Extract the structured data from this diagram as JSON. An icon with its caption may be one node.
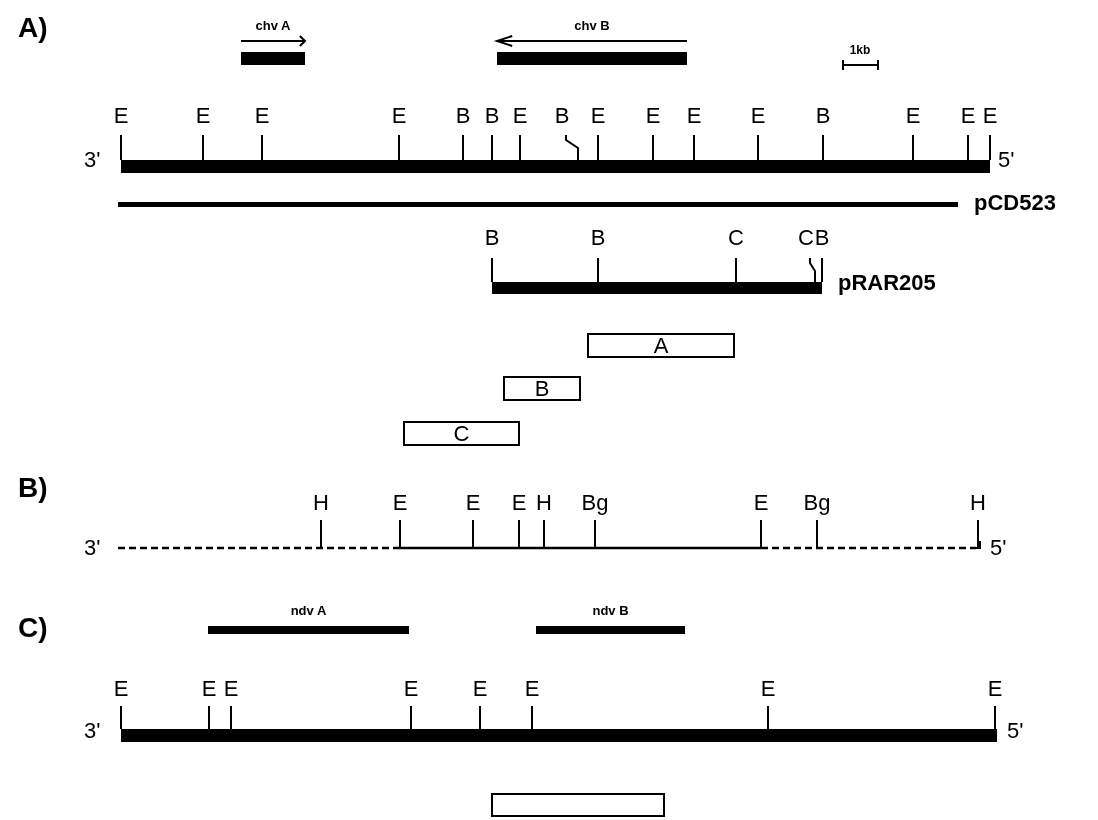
{
  "diagram": {
    "nodes": [
      {
        "text": [
          "chv A"
        ]
      },
      {
        "text": [
          "chv B"
        ]
      },
      {
        "text": [],
        "shape": "bar",
        "beside": [
          "E",
          "E",
          "E",
          "E",
          "B",
          "B",
          "E",
          "B",
          "E",
          "E",
          "E",
          "E",
          "B",
          "E",
          "E",
          "E",
          "3'",
          "5'"
        ]
      },
      {
        "text": [],
        "shape": "bar",
        "beside": [
          "pCD523"
        ]
      },
      {
        "text": [],
        "shape": "bar",
        "beside": [
          "B",
          "B",
          "C",
          "C",
          "B",
          "pRAR205"
        ]
      },
      {
        "text": [
          "A"
        ]
      },
      {
        "text": [
          "B"
        ]
      },
      {
        "text": [
          "C"
        ]
      },
      {
        "text": [],
        "shape": "line",
        "beside": [
          "H",
          "E",
          "E",
          "E",
          "H",
          "Bg",
          "E",
          "Bg",
          "H",
          "3'",
          "5'"
        ]
      },
      {
        "text": [
          "ndv A"
        ]
      },
      {
        "text": [
          "ndv B"
        ]
      },
      {
        "text": [],
        "shape": "bar",
        "beside": [
          "E",
          "E",
          "E",
          "E",
          "E",
          "E",
          "E",
          "E",
          "3'",
          "5'"
        ]
      },
      {
        "text": [],
        "shape": "box"
      }
    ],
    "labels": [
      "A)",
      "1kb",
      "B)",
      "C)"
    ]
  }
}
